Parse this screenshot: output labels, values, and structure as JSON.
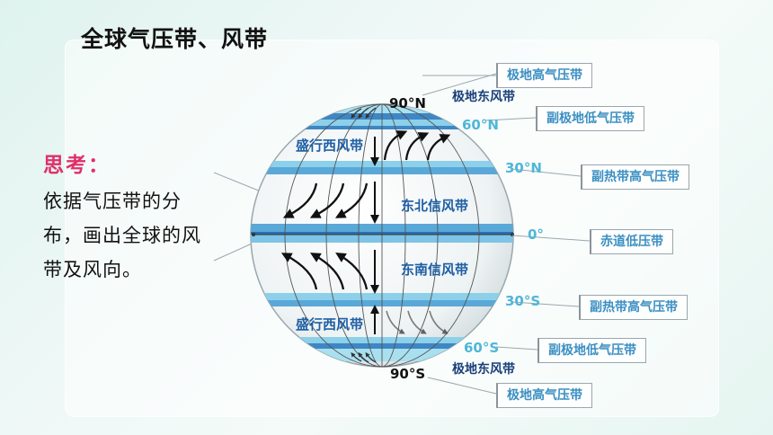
{
  "title": "全球气压带、风带",
  "think": {
    "heading": "思考：",
    "body": "依据气压带的分布，画出全球的风带及风向。"
  },
  "latitudes": {
    "n90": "90°N",
    "n60": "60°N",
    "n30": "30°N",
    "eq": "0°",
    "s30": "30°S",
    "s60": "60°S",
    "s90": "90°S"
  },
  "wind_belts": {
    "north_polar_easterlies": "极地东风带",
    "north_westerlies": "盛行西风带",
    "north_trades": "东北信风带",
    "south_trades": "东南信风带",
    "south_westerlies": "盛行西风带",
    "south_polar_easterlies": "极地东风带"
  },
  "pressure_belts": {
    "north_polar_high": "极地高气压带",
    "north_subpolar_low": "副极地低气压带",
    "north_subtropical_high": "副热带高气压带",
    "equatorial_low": "赤道低压带",
    "south_subtropical_high": "副热带高气压带",
    "south_subpolar_low": "副极地低气压带",
    "south_polar_high": "极地高气压带"
  },
  "colors": {
    "pressure_band": "#5aa8d8",
    "band_light": "#a9e0f0",
    "box_text": "#3b8fc2",
    "latitude_text": "#4fb6d8",
    "think_heading": "#e0306a"
  }
}
